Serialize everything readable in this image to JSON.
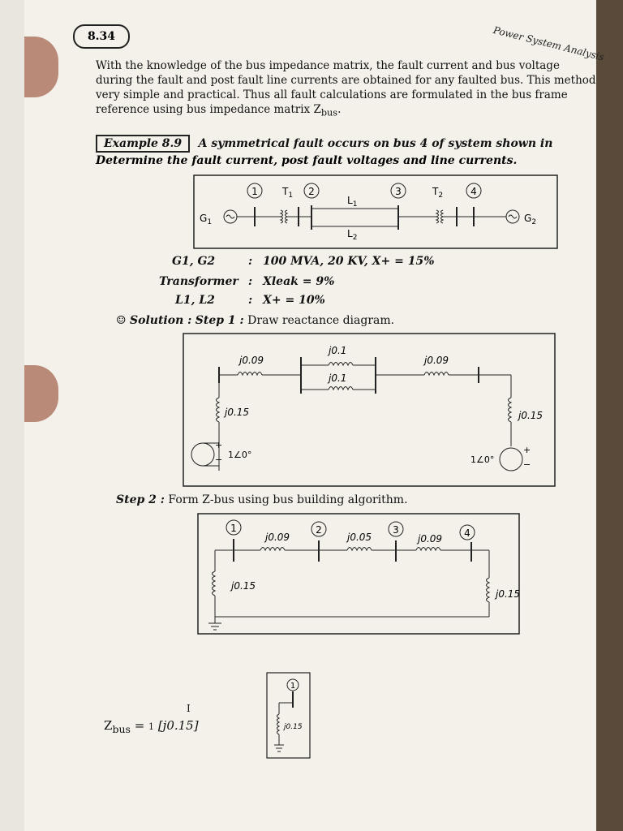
{
  "header": {
    "page_number": "8.34",
    "running_head": "Power System Analysis"
  },
  "intro": {
    "line1": "With the knowledge of the bus impedance matrix, the fault current and bus voltage",
    "line2": "during the fault and post fault line currents are obtained for any faulted bus. This method",
    "line3": "very simple and practical. Thus all fault calculations are formulated in the bus frame",
    "line4": "reference using bus impedance matrix Z",
    "line4_sub": "bus",
    "line4_end": "."
  },
  "example": {
    "label": "Example 8.9",
    "question_line1": "A symmetrical fault occurs on bus 4 of system shown in",
    "question_line2": "Determine the fault current, post fault voltages and line currents."
  },
  "system_diagram": {
    "bus_labels": [
      "1",
      "2",
      "3",
      "4"
    ],
    "t1": "T",
    "t1_sub": "1",
    "t2": "T",
    "t2_sub": "2",
    "l1": "L",
    "l1_sub": "1",
    "l2": "L",
    "l2_sub": "2",
    "g1": "G",
    "g1_sub": "1",
    "g2": "G",
    "g2_sub": "2"
  },
  "specs": [
    {
      "name": "G1, G2",
      "sep": ":",
      "value": "100 MVA,  20 KV,  X+ = 15%"
    },
    {
      "name": "Transformer",
      "sep": ":",
      "value": "Xleak  =  9%"
    },
    {
      "name": "L1, L2",
      "sep": ":",
      "value": "X+ = 10%"
    }
  ],
  "solution": {
    "icon": "☺",
    "label": "Solution :",
    "step1_label": "Step 1 :",
    "step1_text": "Draw reactance diagram."
  },
  "reactance_diagram": {
    "x_t1": "j0.09",
    "x_l1": "j0.1",
    "x_l2": "j0.1",
    "x_t2": "j0.09",
    "x_g1": "j0.15",
    "x_g2": "j0.15",
    "source1": "1∠0°",
    "source2": "1∠0°",
    "plus": "+",
    "minus": "−"
  },
  "step2": {
    "label": "Step 2 :",
    "text": "Form Z-bus using bus building algorithm."
  },
  "zbus_diagram": {
    "bus_labels": [
      "1",
      "2",
      "3",
      "4"
    ],
    "x12": "j0.09",
    "x23": "j0.05",
    "x34": "j0.09",
    "x1g": "j0.15",
    "x4g": "j0.15"
  },
  "zbus_result": {
    "z": "Z",
    "sub": "bus",
    "eq": "=",
    "row_label": "1",
    "value": "[j0.15]",
    "tick": "I"
  },
  "small_diagram": {
    "bus_label": "1",
    "x": "j0.15"
  }
}
